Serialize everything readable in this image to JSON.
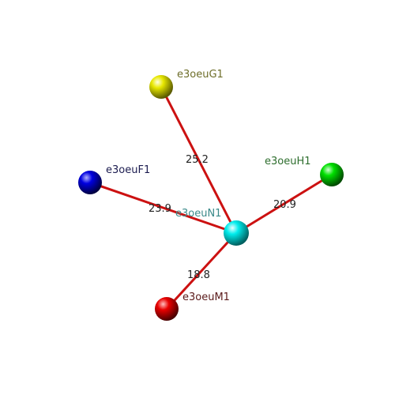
{
  "nodes": [
    {
      "id": "N1",
      "name": "e3oeuN1",
      "color": "#00e5e5",
      "label_color": "#3a8a8a"
    },
    {
      "id": "G1",
      "name": "e3oeuG1",
      "color": "#e0e000",
      "label_color": "#6e6e2a"
    },
    {
      "id": "F1",
      "name": "e3oeuF1",
      "color": "#0000d8",
      "label_color": "#1c1c50"
    },
    {
      "id": "H1",
      "name": "e3oeuH1",
      "color": "#00d800",
      "label_color": "#2e6e2e"
    },
    {
      "id": "M1",
      "name": "e3oeuM1",
      "color": "#e00000",
      "label_color": "#5a1a1a"
    }
  ],
  "edges": [
    {
      "from": "N1",
      "to": "G1",
      "distance": "25.2"
    },
    {
      "from": "N1",
      "to": "F1",
      "distance": "23.9"
    },
    {
      "from": "N1",
      "to": "H1",
      "distance": "20.9"
    },
    {
      "from": "N1",
      "to": "M1",
      "distance": "18.8"
    }
  ],
  "edge_color": "#cc1111"
}
